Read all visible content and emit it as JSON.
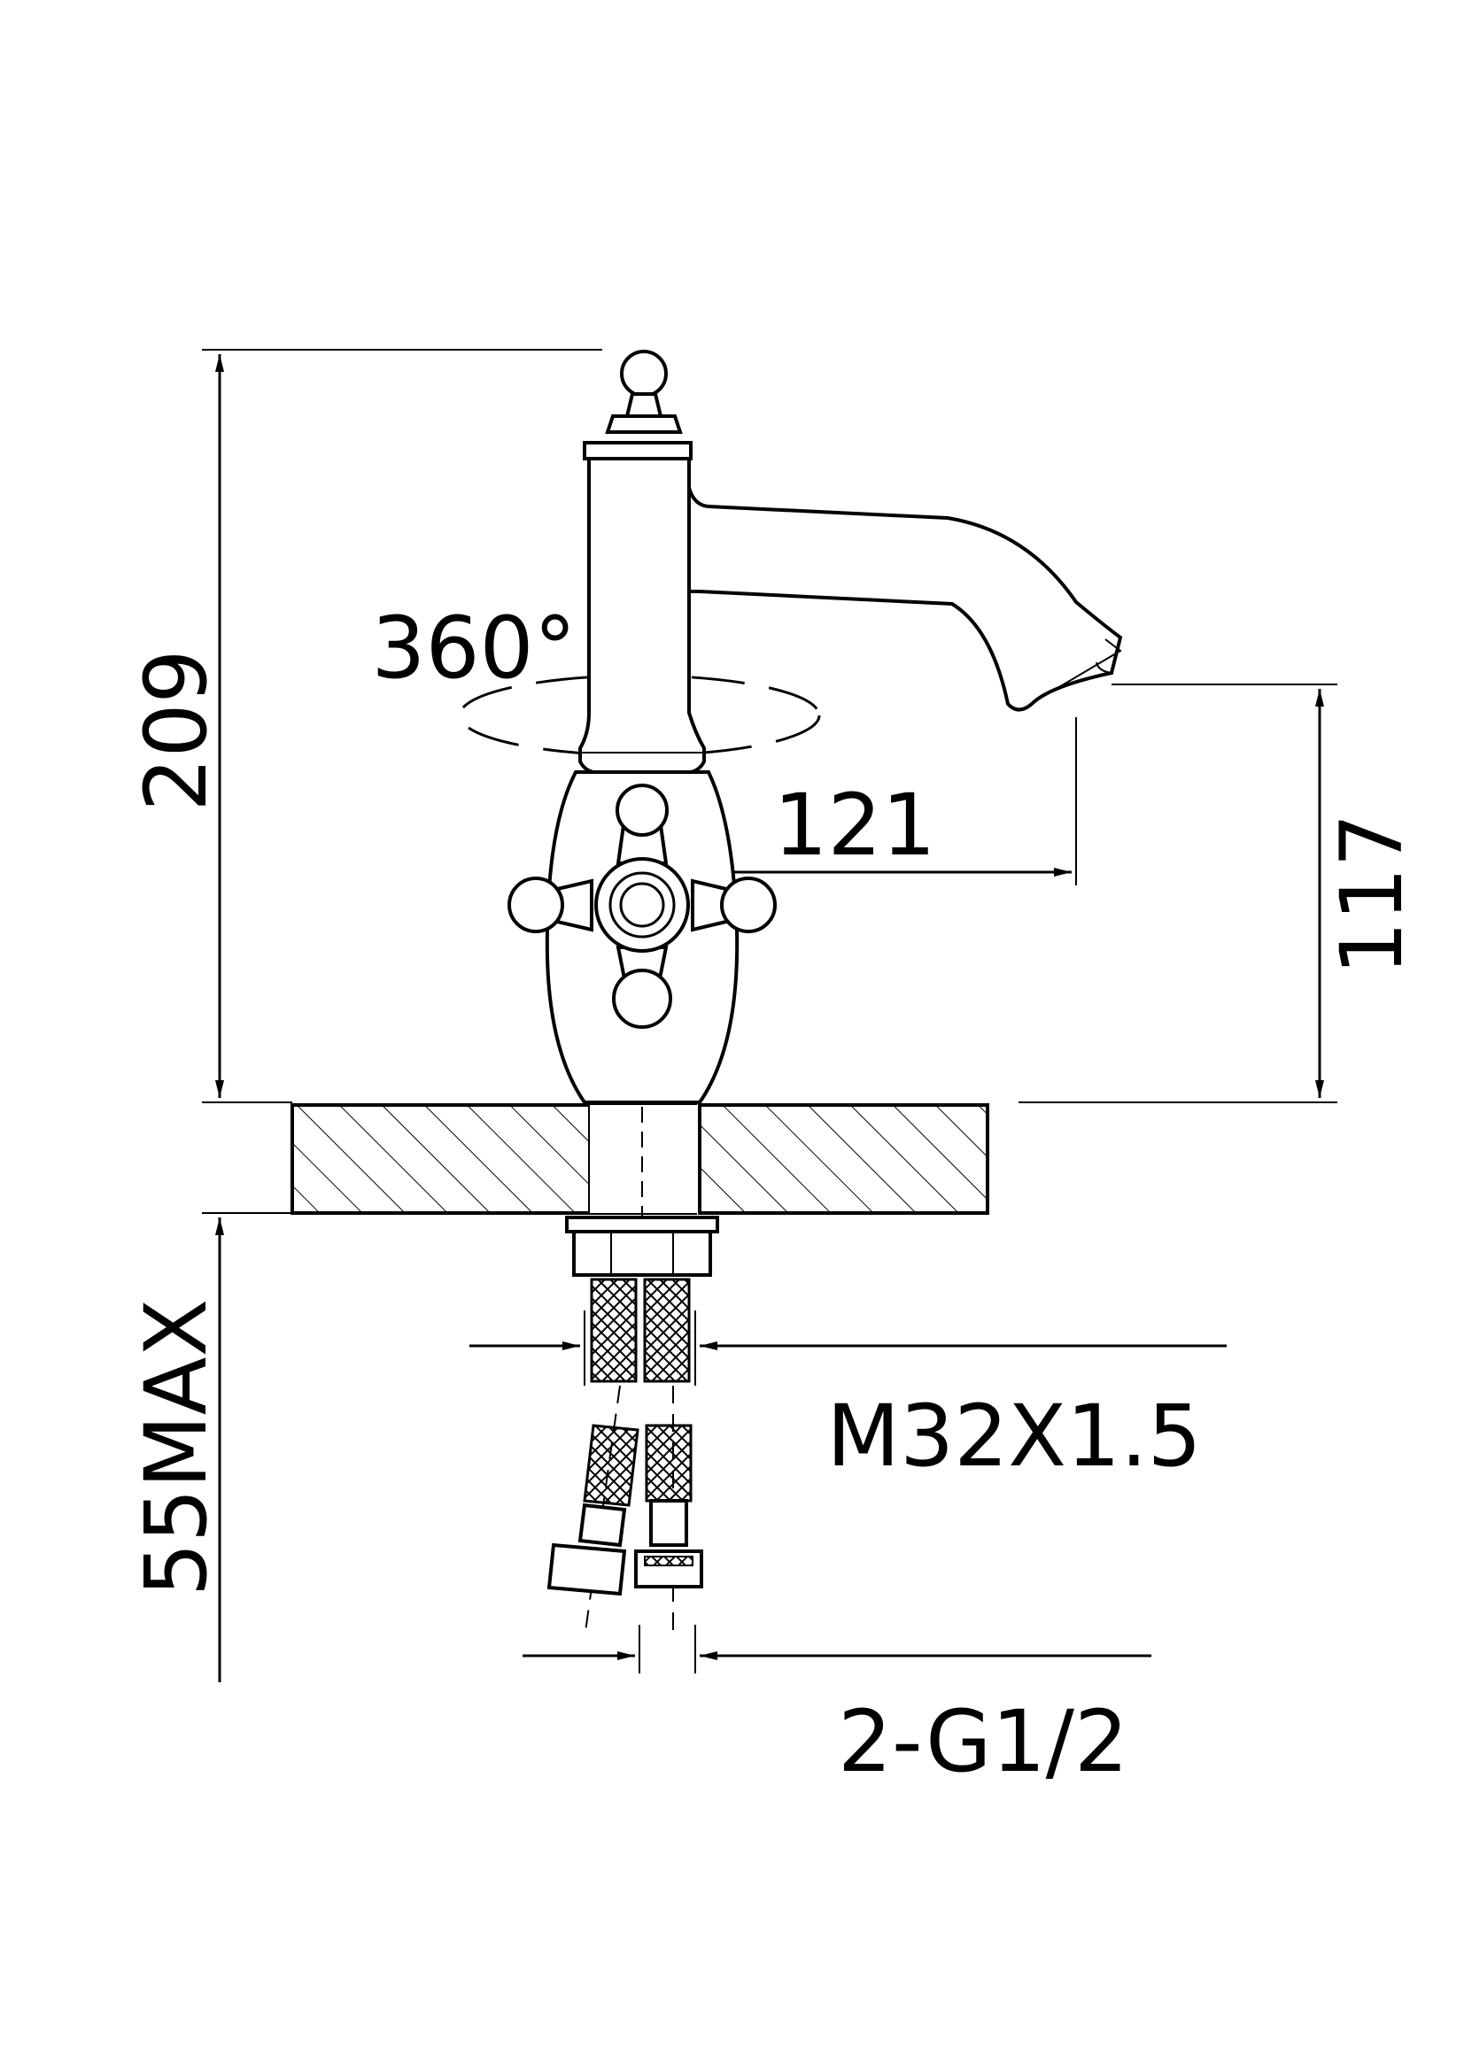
{
  "dimensions": {
    "total_height": "209",
    "rotation": "360°",
    "spout_reach": "121",
    "spout_height": "117",
    "max_deck_thickness": "55MAX",
    "mount_thread": "M32X1.5",
    "hose_connections": "2-G1/2"
  }
}
